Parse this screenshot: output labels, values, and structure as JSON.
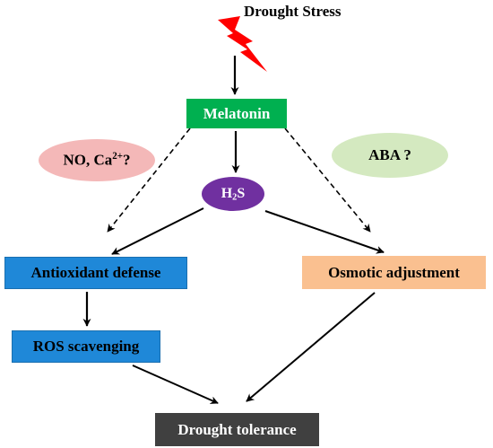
{
  "diagram": {
    "nodes": {
      "stress": {
        "label": "Drought Stress"
      },
      "melatonin": {
        "label": "Melatonin"
      },
      "h2s": {
        "label_main": "H",
        "label_sub": "2",
        "label_end": "S"
      },
      "no_ca": {
        "label_main": "NO, Ca",
        "label_sup": "2+",
        "label_end": "?"
      },
      "aba": {
        "label": "ABA ?"
      },
      "antioxidant": {
        "label": "Antioxidant defense"
      },
      "osmotic": {
        "label": "Osmotic adjustment"
      },
      "ros": {
        "label": "ROS scavenging"
      },
      "tolerance": {
        "label": "Drought tolerance"
      }
    },
    "edges": [
      {
        "from": "stress",
        "to": "melatonin",
        "style": "solid"
      },
      {
        "from": "melatonin",
        "to": "h2s",
        "style": "solid"
      },
      {
        "from": "melatonin",
        "to": "antioxidant",
        "style": "dashed"
      },
      {
        "from": "melatonin",
        "to": "osmotic",
        "style": "dashed"
      },
      {
        "from": "h2s",
        "to": "antioxidant",
        "style": "solid"
      },
      {
        "from": "h2s",
        "to": "osmotic",
        "style": "solid"
      },
      {
        "from": "antioxidant",
        "to": "ros",
        "style": "solid"
      },
      {
        "from": "ros",
        "to": "tolerance",
        "style": "solid"
      },
      {
        "from": "osmotic",
        "to": "tolerance",
        "style": "solid"
      }
    ],
    "colors": {
      "melatonin": "#00b050",
      "h2s": "#7030a0",
      "no_ca": "#f4b8b8",
      "aba": "#d4e9c0",
      "antioxidant": "#1f88d8",
      "ros": "#1f88d8",
      "osmotic": "#fac090",
      "tolerance": "#404040",
      "lightning": "#ff0000",
      "arrow": "#000000"
    },
    "icons": {
      "stress": "lightning-bolt-icon"
    }
  }
}
